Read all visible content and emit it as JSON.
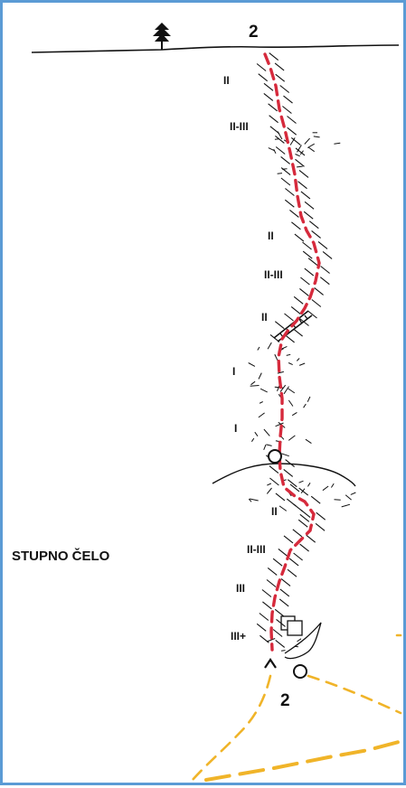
{
  "diagram": {
    "route_number_top": "2",
    "route_number_bottom": "2",
    "wall_name": "STUPNO ČELO",
    "grades": [
      "II",
      "II-III",
      "II",
      "II-III",
      "II",
      "I",
      "I",
      "II",
      "II-III",
      "III",
      "III+"
    ],
    "colors": {
      "frame": "#5b9bd5",
      "route": "#d62a3c",
      "approach": "#f0b429",
      "rock": "#111111"
    }
  }
}
